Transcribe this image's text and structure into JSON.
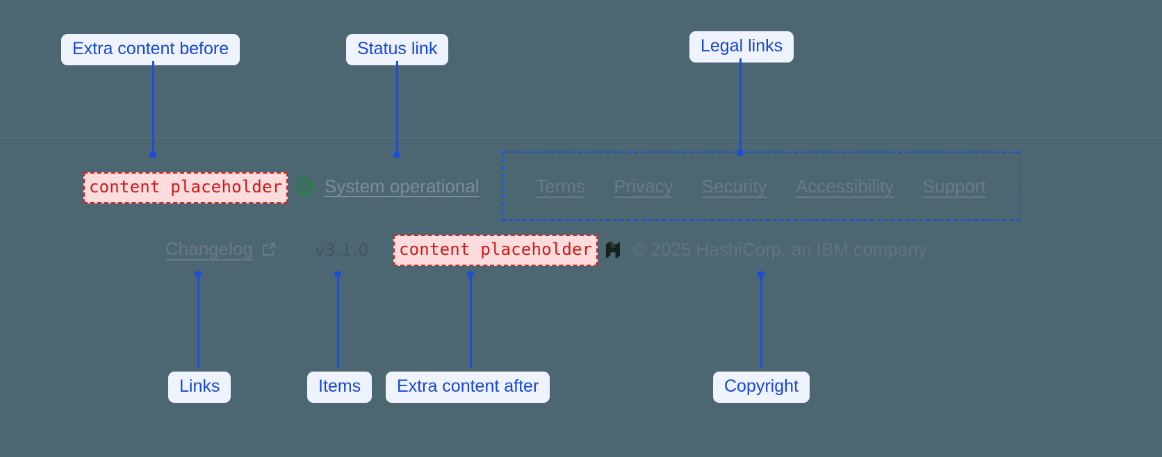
{
  "page": {
    "background_color": "#4c6771",
    "divider_color": "#6d7f8c"
  },
  "annotations": {
    "accent_color": "#1b4fd8",
    "pill_bg": "#eef3fd",
    "items": [
      {
        "id": "extra-content-before",
        "label": "Extra content before"
      },
      {
        "id": "status-link",
        "label": "Status link"
      },
      {
        "id": "legal-links",
        "label": "Legal links"
      },
      {
        "id": "links",
        "label": "Links"
      },
      {
        "id": "items",
        "label": "Items"
      },
      {
        "id": "extra-content-after",
        "label": "Extra content after"
      },
      {
        "id": "copyright",
        "label": "Copyright"
      }
    ]
  },
  "footer": {
    "placeholders": {
      "before": "content placeholder",
      "after": "content placeholder",
      "text_color": "#d01919",
      "bg_color": "#fcdcdc"
    },
    "status": {
      "icon": "check-circle-icon",
      "icon_color": "#118c2c",
      "label": "System operational"
    },
    "legal_links": [
      {
        "label": "Terms"
      },
      {
        "label": "Privacy"
      },
      {
        "label": "Security"
      },
      {
        "label": "Accessibility"
      },
      {
        "label": "Support"
      }
    ],
    "changelog": {
      "label": "Changelog",
      "icon": "external-link-icon"
    },
    "version": "v3.1.0",
    "copyright": {
      "logo": "hashicorp-logo",
      "text": "© 2025 HashiCorp, an IBM company"
    }
  }
}
